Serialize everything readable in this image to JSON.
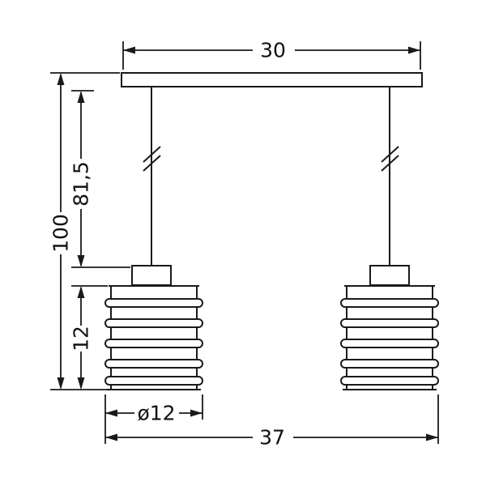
{
  "diagram": {
    "type": "technical-dimension-drawing",
    "subject": "double cage pendant lamp",
    "labels": {
      "bar_width": "30",
      "total_height": "100",
      "cord_length": "81,5",
      "shade_height": "12",
      "shade_diameter": "ø12",
      "total_width": "37"
    },
    "colors": {
      "line": "#1a1a1a",
      "background": "#ffffff"
    }
  }
}
